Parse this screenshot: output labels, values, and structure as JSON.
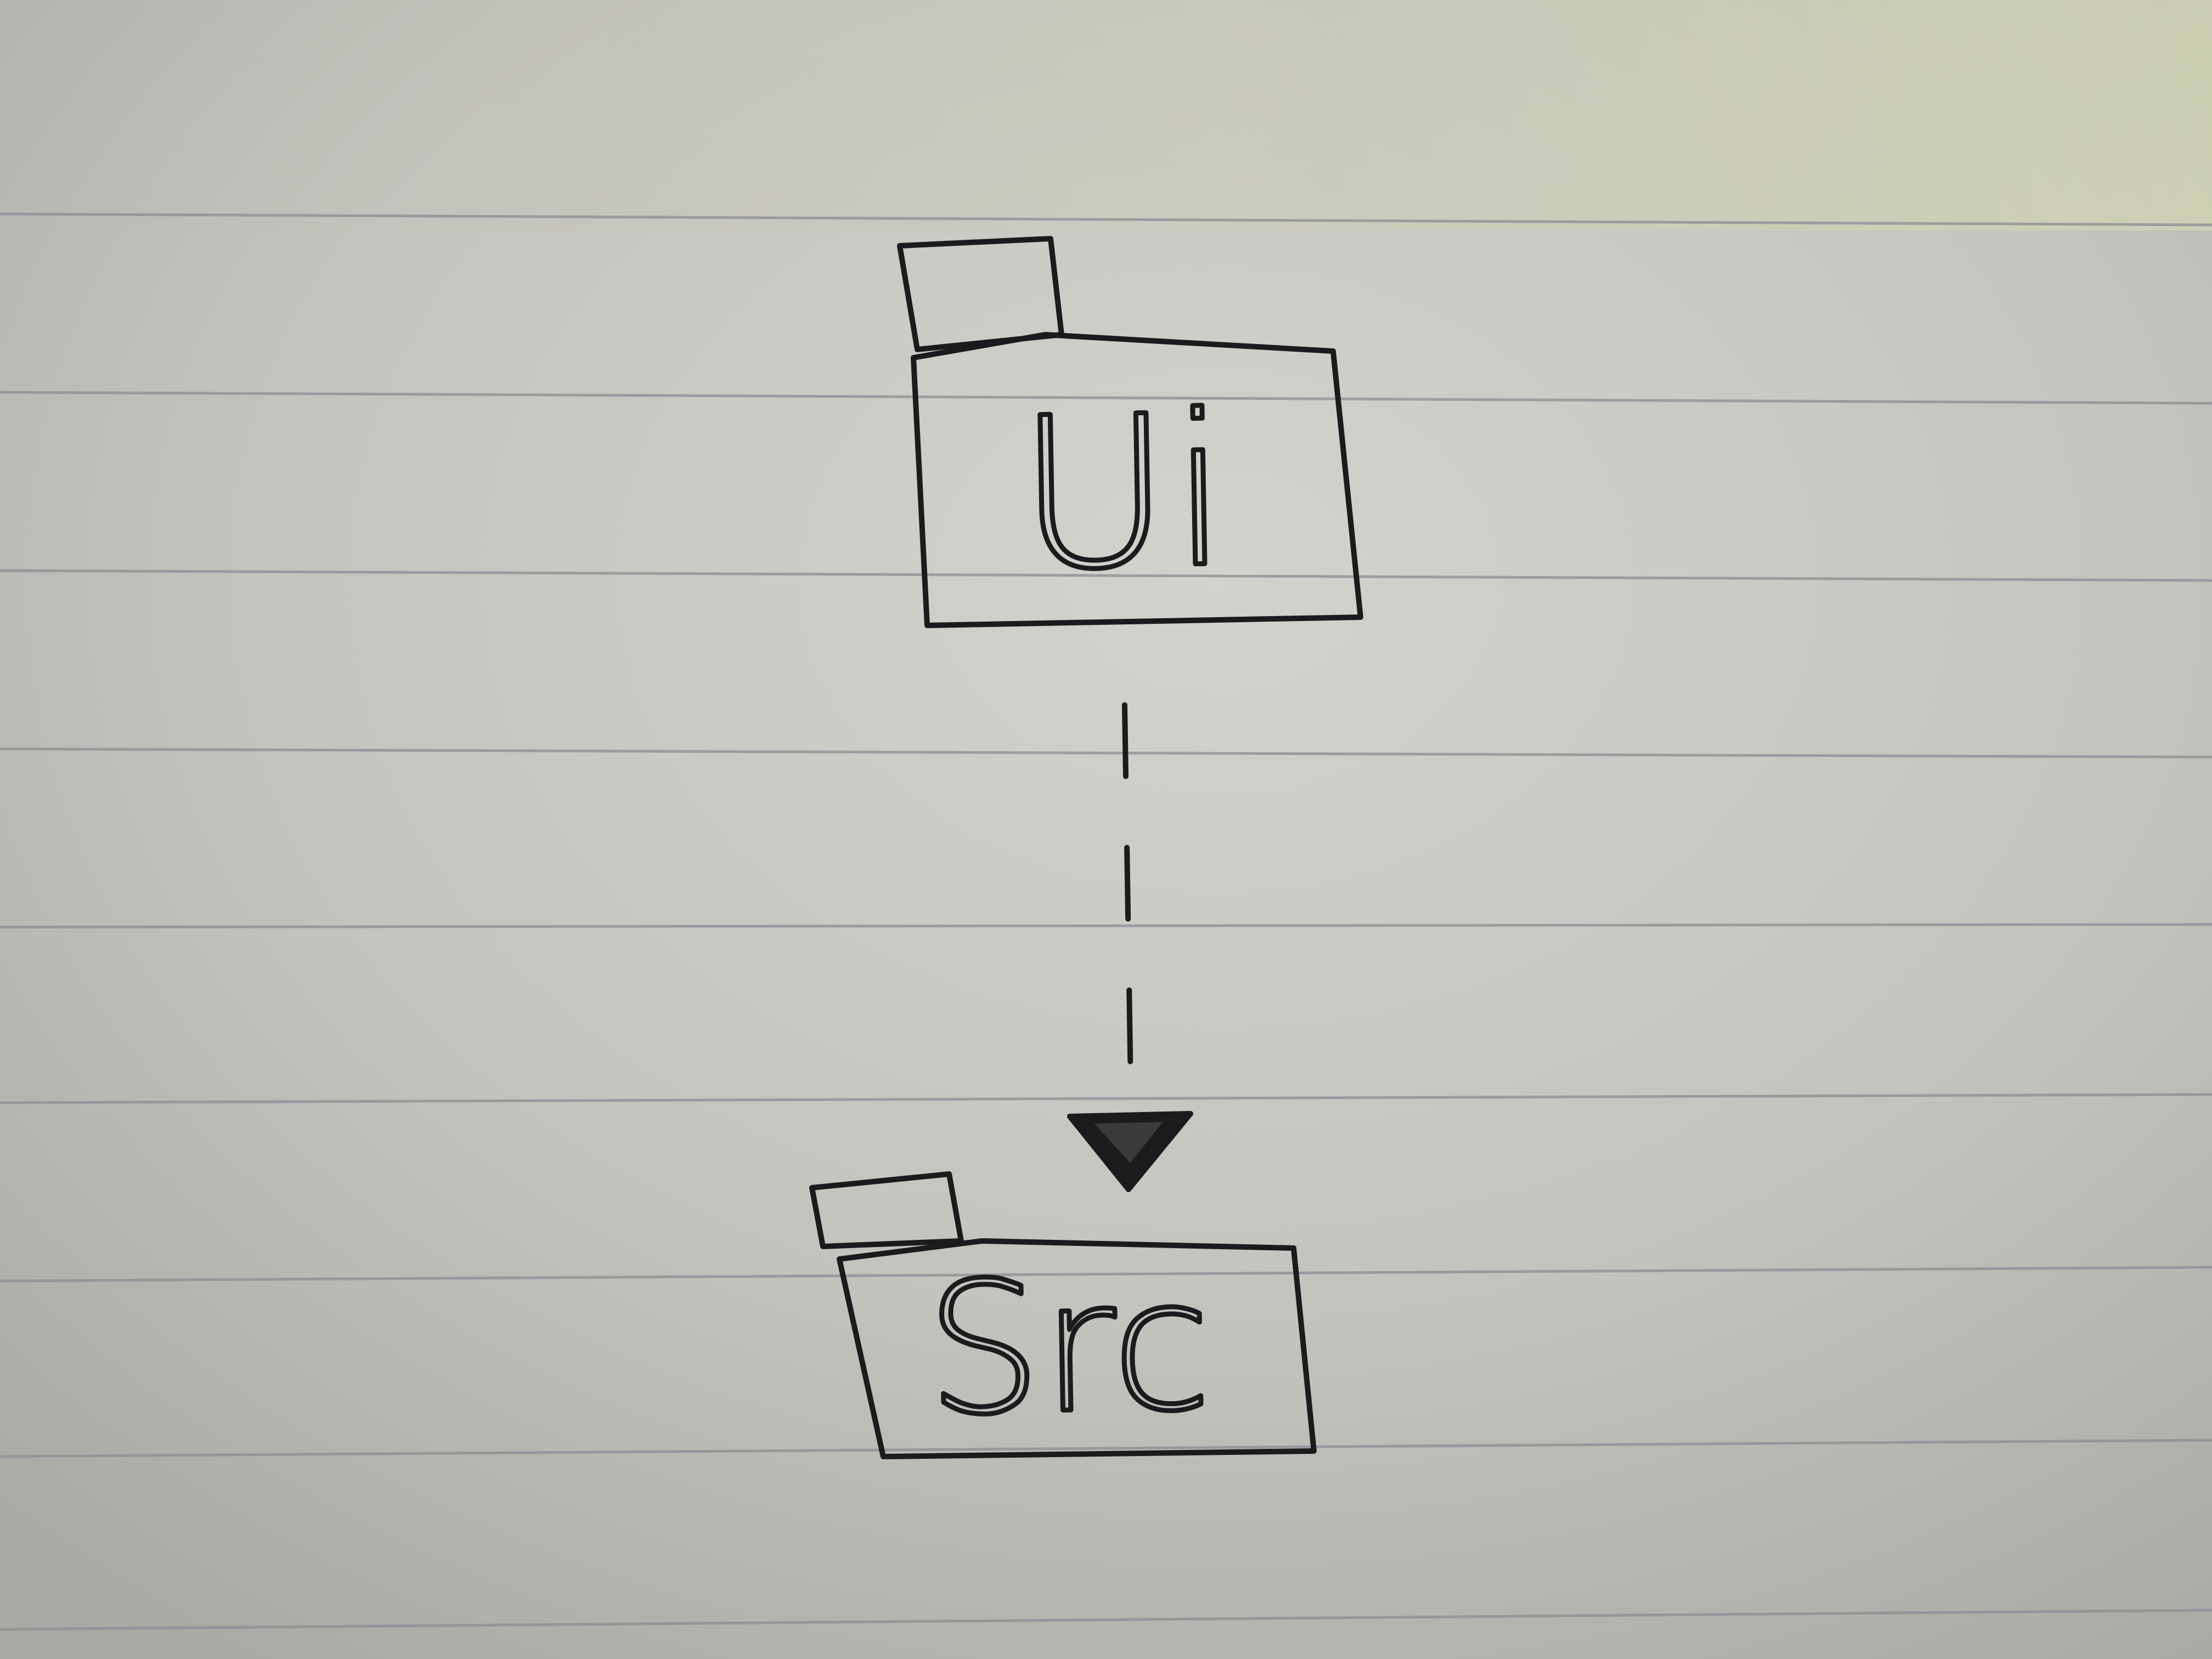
{
  "diagram": {
    "nodes": [
      {
        "id": "ui",
        "label": "Ui",
        "shape": "folder-icon"
      },
      {
        "id": "src",
        "label": "Src",
        "shape": "folder-icon"
      }
    ],
    "edges": [
      {
        "from": "ui",
        "to": "src",
        "style": "dashed",
        "arrowhead": "filled-triangle"
      }
    ]
  },
  "colors": {
    "paper": "#c9c8c2",
    "ink": "#1b1b1d",
    "rule_line": "#8c8e95"
  }
}
